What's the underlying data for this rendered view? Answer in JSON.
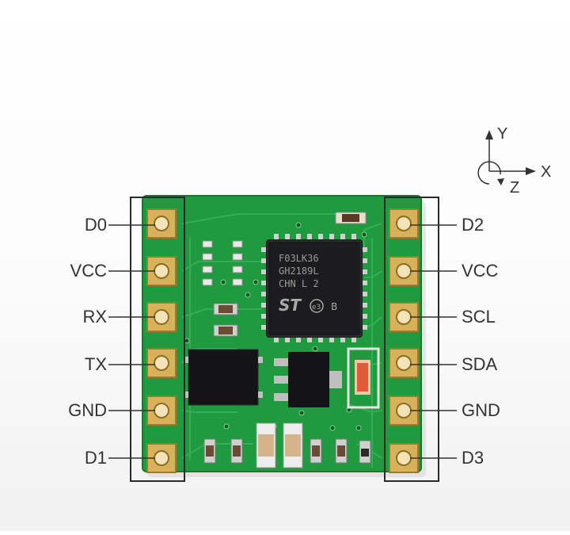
{
  "colors": {
    "background": "#ffffff",
    "pcb_green": "#1f9a3e",
    "gold_pad": "#d8b25a",
    "chip_black": "#1c1c1e",
    "label_text": "#333333",
    "frame_line": "#2a2a2a"
  },
  "pins": {
    "left": [
      "D0",
      "VCC",
      "RX",
      "TX",
      "GND",
      "D1"
    ],
    "right": [
      "D2",
      "VCC",
      "SCL",
      "SDA",
      "GND",
      "D3"
    ]
  },
  "axes": {
    "y": "Y",
    "x": "X",
    "z": "Z"
  },
  "chip_marking": {
    "line1": "F03LK36",
    "line2": "GH2189L",
    "line3": "CHN L 2",
    "logo": "ST",
    "badge": "e3",
    "suffix": "B"
  },
  "icons": [
    "axis-arrow-icon",
    "rotation-arrow-icon"
  ]
}
